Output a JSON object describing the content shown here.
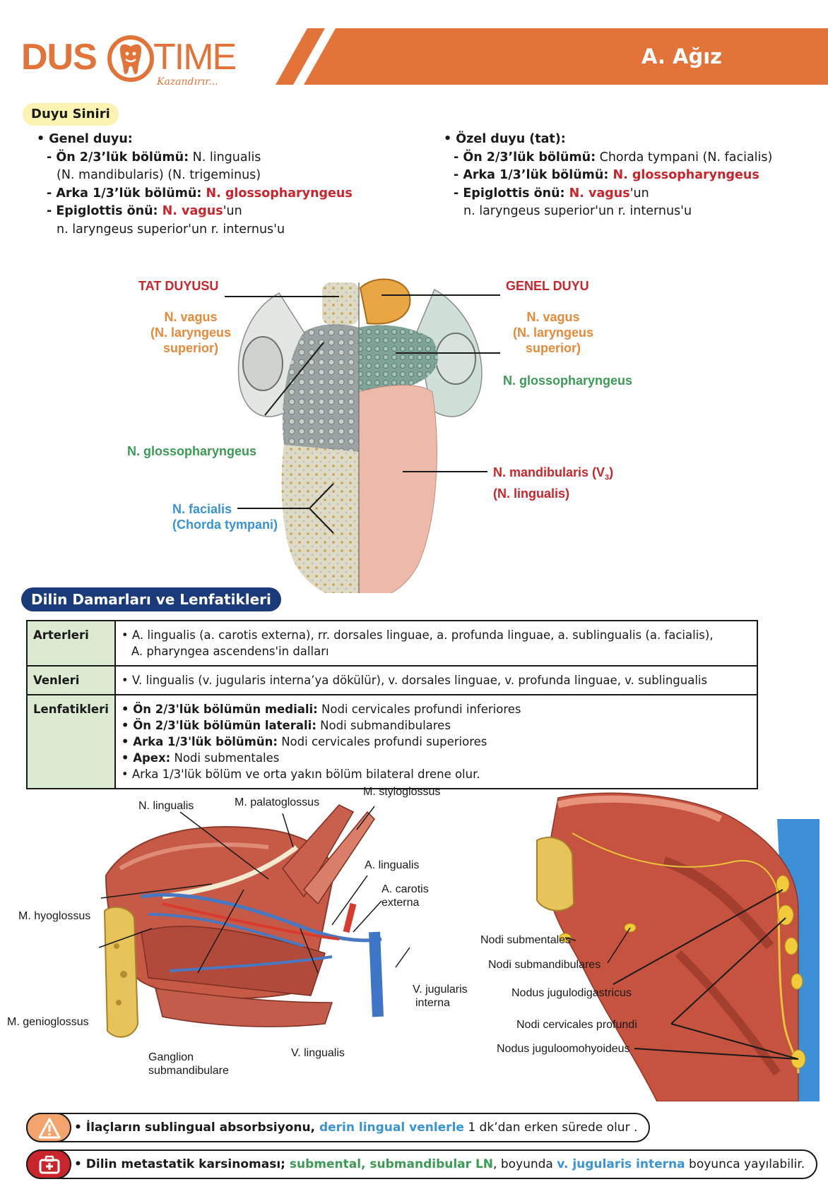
{
  "brand": {
    "dus": "DUS",
    "time": "TIME",
    "tagline": "Kazandırır..."
  },
  "header": {
    "title": "A. Ağız"
  },
  "duyu": {
    "heading": "Duyu Siniri",
    "left": {
      "title": "• Genel duyu:",
      "i1_label": "- Ön 2/3’lük bölümü:",
      "i1_text": " N. lingualis",
      "i1_cont": "(N. mandibularis) (N. trigeminus)",
      "i2_label": "- Arka 1/3’lük bölümü:",
      "i2_red": " N. glossopharyngeus",
      "i3_label": "- Epiglottis önü:",
      "i3_red": " N. vagus",
      "i3_text": "'un",
      "i3_cont": "n. laryngeus superior'un  r. internus'u"
    },
    "right": {
      "title": "• Özel duyu (tat):",
      "i1_label": "- Ön 2/3’lük bölümü:",
      "i1_text": " Chorda tympani (N. facialis)",
      "i2_label": "- Arka 1/3’lük bölümü:",
      "i2_red": " N. glossopharyngeus",
      "i3_label": "- Epiglottis önü:",
      "i3_red": " N. vagus",
      "i3_text": "'un",
      "i3_cont": "n. laryngeus superior'un r. internus'u"
    }
  },
  "tongue": {
    "tat_title": "TAT DUYUSU",
    "genel_title": "GENEL DUYU",
    "l_vagus": "N. vagus",
    "l_vagus2": "(N. laryngeus",
    "l_vagus3": "superior)",
    "l_glosso": "N. glossopharyngeus",
    "l_facialis": "N. facialis",
    "l_facialis2": "(Chorda tympani)",
    "r_vagus": "N. vagus",
    "r_vagus2": "(N. laryngeus",
    "r_vagus3": "superior)",
    "r_glosso": "N. glossopharyngeus",
    "r_mand": "N. mandibularis (V",
    "r_mand_sub": "3",
    "r_mand_end": ")",
    "r_ling": "(N. lingualis)"
  },
  "vessels": {
    "heading": "Dilin Damarları ve Lenfatikleri",
    "rows": {
      "art": {
        "key": "Arterleri",
        "l1": "• A. lingualis (a. carotis externa), rr. dorsales linguae, a. profunda linguae, a. sublingualis (a. facialis),",
        "l2": "A. pharyngea ascendens'in dalları"
      },
      "ven": {
        "key": "Venleri",
        "l1": "• V. lingualis (v. jugularis interna’ya dökülür), v. dorsales linguae, v. profunda linguae, v. sublingualis"
      },
      "lenf": {
        "key": "Lenfatikleri",
        "l1b": "• Ön 2/3'lük bölümün mediali:",
        "l1": " Nodi cervicales profundi inferiores",
        "l2b": "• Ön 2/3'lük bölümün laterali:",
        "l2": " Nodi submandibulares",
        "l3b": "• Arka 1/3'lük bölümün:",
        "l3": " Nodi cervicales profundi superiores",
        "l4b": "• Apex:",
        "l4": " Nodi submentales",
        "l5": "• Arka 1/3'lük bölüm ve orta yakın bölüm bilateral drene olur."
      }
    }
  },
  "anatomy_left": {
    "n_lingualis": "N. lingualis",
    "m_palatoglossus": "M. palatoglossus",
    "m_styloglossus": "M. styloglossus",
    "a_lingualis": "A. lingualis",
    "a_carotis1": "A. carotis",
    "a_carotis2": "externa",
    "m_hyoglossus": "M. hyoglossus",
    "v_jug1": "V. jugularis",
    "v_jug2": "interna",
    "m_genioglossus": "M. genioglossus",
    "ganglion1": "Ganglion",
    "ganglion2": "submandibulare",
    "v_lingualis": "V. lingualis"
  },
  "anatomy_right": {
    "submentales": "Nodi submentales",
    "submandibulares": "Nodi submandibulares",
    "jugulodigastricus": "Nodus jugulodigastricus",
    "cervicales": "Nodi cervicales profundi",
    "juguloomohyoideus": "Nodus juguloomohyoideus"
  },
  "notes": {
    "n1_bold": "• İlaçların sublingual absorbsiyonu, ",
    "n1_blue": "derin lingual venlerle",
    "n1_tail": " 1 dk’dan erken sürede olur .",
    "n2_bold": "• Dilin metastatik karsinoması; ",
    "n2_green": "submental, submandibular LN",
    "n2_mid": ", boyunda ",
    "n2_blue": "v. jugularis interna",
    "n2_tail": " boyunca yayılabilir."
  },
  "colors": {
    "accent": "#e2743a",
    "navy": "#1b3a7a",
    "red": "#c8252c",
    "green": "#3d9a56",
    "blue": "#3a93d4",
    "table_key": "#dcead1",
    "note_warn": "#f2a46c",
    "note_alert": "#c8252c"
  }
}
